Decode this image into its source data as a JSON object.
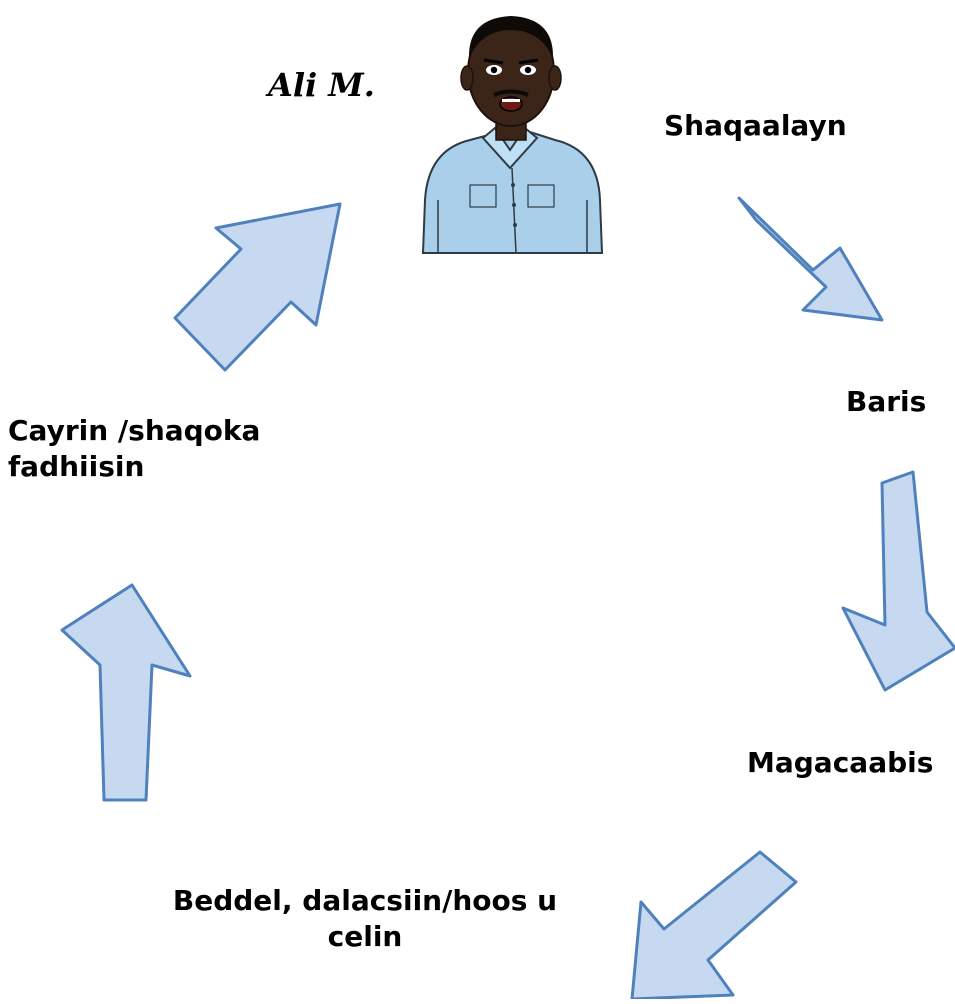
{
  "person": {
    "name": "Ali M.",
    "icon": "person-avatar"
  },
  "steps": {
    "hire": "Shaqaalayn",
    "train": "Baris",
    "appoint": "Magacaabis",
    "change": {
      "line1": "Beddel, dalacsiin/hoos u",
      "line2": "celin"
    },
    "dismiss": {
      "line1": "Cayrin /shaqoka",
      "line2": "fadhiisin"
    }
  },
  "colors": {
    "arrow_fill": "#c6d9f1",
    "arrow_stroke": "#4f81bd",
    "shirt": "#a9cfea",
    "skin": "#3b2418"
  }
}
